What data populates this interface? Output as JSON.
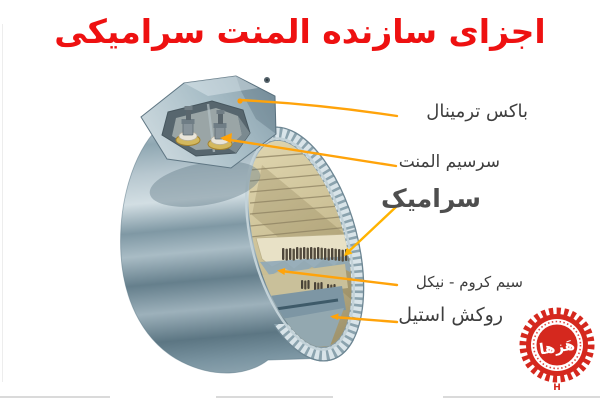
{
  "title": {
    "text": "اجزای سازنده المنت سرامیکی",
    "color": "#ee1111"
  },
  "diagram": {
    "subject": "ceramic-band-heater-parts",
    "label_color": "#3e3e3e",
    "leader_color": "#ffa30a",
    "labels": [
      {
        "id": "terminal-box",
        "text": "باکس ترمینال"
      },
      {
        "id": "element-lead-wire",
        "text": "سرسیم المنت"
      },
      {
        "id": "ceramic",
        "text": "سرامیک"
      },
      {
        "id": "chrome-nickel-wire",
        "text": "سیم کروم - نیکل"
      },
      {
        "id": "steel-cover",
        "text": "روکش استیل"
      }
    ]
  },
  "illustration": {
    "colors": {
      "steel_light": "#dce7eb",
      "steel_dark": "#5d7884",
      "ceramic_beige": "#cdc19a",
      "coil_wire": "#4e463a",
      "insulator_gold": "#d3b85e"
    }
  },
  "logo": {
    "main_text": "هَزها",
    "sub_text": "H",
    "color": "#d5281e"
  }
}
